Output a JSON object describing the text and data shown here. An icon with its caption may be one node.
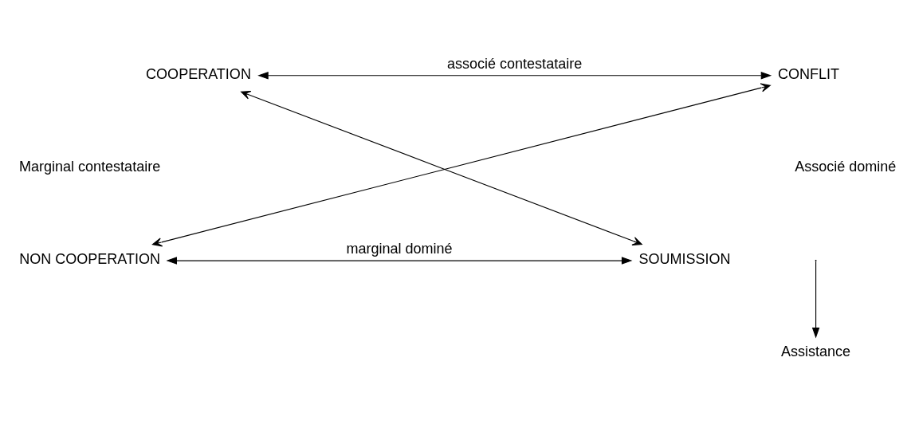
{
  "diagram": {
    "nodes": [
      {
        "text": [
          "COOPERATION"
        ]
      },
      {
        "text": [
          "CONFLIT"
        ]
      },
      {
        "text": [
          "NON COOPERATION"
        ]
      },
      {
        "text": [
          "SOUMISSION"
        ]
      },
      {
        "text": [
          "Assistance"
        ]
      }
    ],
    "edges": [
      {
        "from": 0,
        "to": 1,
        "arrow": "both",
        "label": "associé contestataire"
      },
      {
        "from": 0,
        "to": 3,
        "arrow": "both"
      },
      {
        "from": 2,
        "to": 1,
        "arrow": "both"
      },
      {
        "from": 2,
        "to": 3,
        "arrow": "both",
        "label": "marginal dominé"
      },
      {
        "from": null,
        "to": 4,
        "arrow": "to"
      }
    ],
    "labels": [
      "Marginal contestataire",
      "Associé dominé"
    ]
  }
}
